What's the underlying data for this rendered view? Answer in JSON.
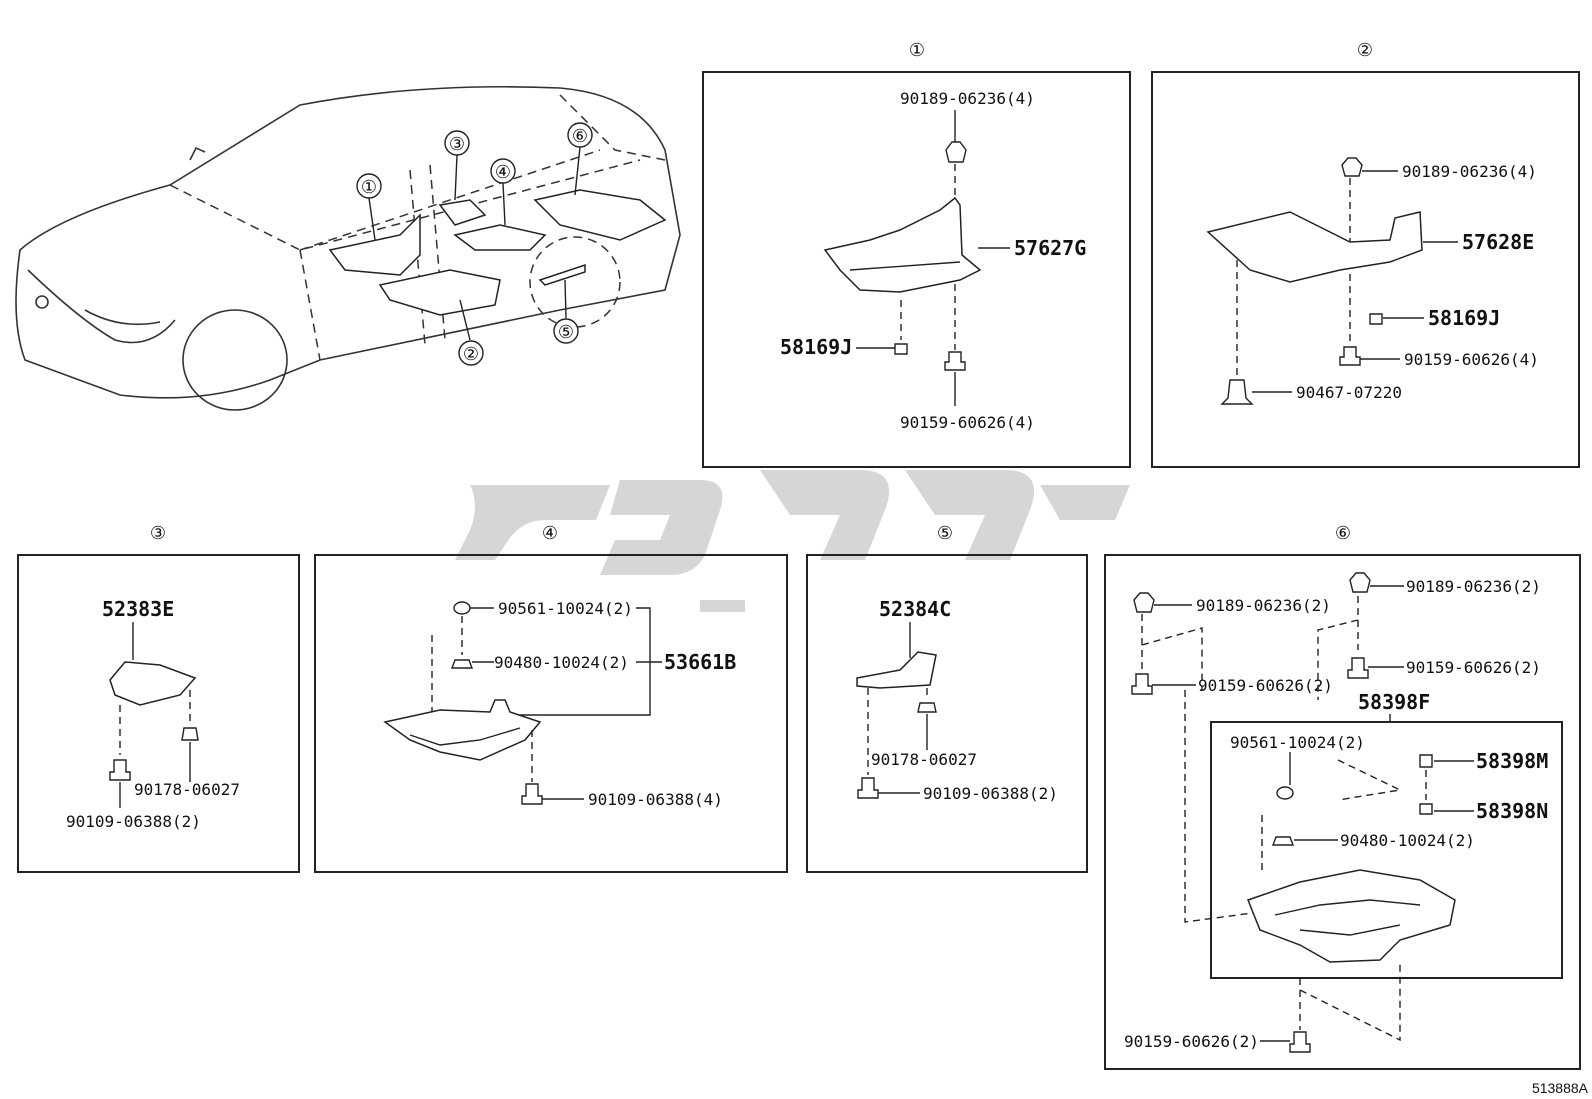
{
  "sections": {
    "s1": {
      "marker": "①",
      "labels": {
        "a": "90189-06236(4)",
        "b": "57627G",
        "c": "58169J",
        "d": "90159-60626(4)"
      }
    },
    "s2": {
      "marker": "②",
      "labels": {
        "a": "90189-06236(4)",
        "b": "57628E",
        "c": "58169J",
        "d": "90159-60626(4)",
        "e": "90467-07220"
      }
    },
    "s3": {
      "marker": "③",
      "labels": {
        "a": "52383E",
        "b": "90178-06027",
        "c": "90109-06388(2)"
      }
    },
    "s4": {
      "marker": "④",
      "labels": {
        "a": "90561-10024(2)",
        "b": "90480-10024(2)",
        "c": "53661B",
        "d": "90109-06388(4)"
      }
    },
    "s5": {
      "marker": "⑤",
      "labels": {
        "a": "52384C",
        "b": "90178-06027",
        "c": "90109-06388(2)"
      }
    },
    "s6": {
      "marker": "⑥",
      "labels": {
        "a": "90189-06236(2)",
        "b": "90189-06236(2)",
        "c": "90159-60626(2)",
        "d": "90159-60626(2)",
        "e": "58398F",
        "f": "90561-10024(2)",
        "g": "58398M",
        "h": "58398N",
        "i": "90480-10024(2)",
        "j": "90159-60626(2)"
      }
    }
  },
  "overview_markers": [
    "①",
    "②",
    "③",
    "④",
    "⑤",
    "⑥"
  ],
  "drawing_number": "513888A",
  "colors": {
    "line": "#222222",
    "watermark": "#cfcfcf",
    "background": "#ffffff"
  }
}
